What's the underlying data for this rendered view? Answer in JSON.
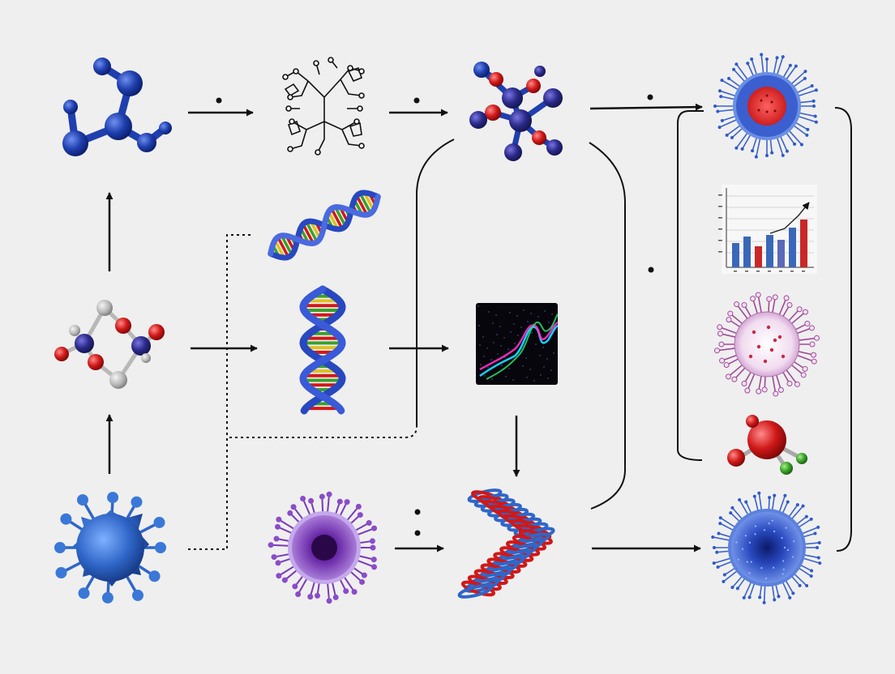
{
  "diagram": {
    "background": "#efefef",
    "colors": {
      "arrow": "#111111",
      "atom_blue": "#1f3fae",
      "atom_navy": "#2a2a8a",
      "atom_red": "#d01818",
      "atom_grey": "#b8b8b8",
      "atom_green": "#3aa02a",
      "virus_blue": "#2f66c8",
      "virus_purple": "#8a4cc8",
      "virus_pink": "#b04ca0",
      "bar_blue": "#3a68b8",
      "bar_red": "#c82828",
      "glow_cyan": "#18d0ff",
      "glow_magenta": "#ff30c8",
      "glow_green": "#28e070"
    },
    "nodes": [
      {
        "id": "blue-molecule",
        "icon": "molecule-icon"
      },
      {
        "id": "structure-network",
        "icon": "network-icon"
      },
      {
        "id": "red-blue-molecule",
        "icon": "molecule-icon"
      },
      {
        "id": "nanoparticle-red-core",
        "icon": "virus-icon"
      },
      {
        "id": "dna-helix-small",
        "icon": "dna-icon"
      },
      {
        "id": "bar-chart",
        "icon": "chart-icon"
      },
      {
        "id": "ring-molecule",
        "icon": "molecule-icon"
      },
      {
        "id": "dna-helix-vertical",
        "icon": "dna-icon"
      },
      {
        "id": "signal-plot",
        "icon": "signal-icon"
      },
      {
        "id": "virus-pink",
        "icon": "virus-icon"
      },
      {
        "id": "water-molecule",
        "icon": "molecule-icon"
      },
      {
        "id": "virus-blue",
        "icon": "virus-icon"
      },
      {
        "id": "virus-purple",
        "icon": "virus-icon"
      },
      {
        "id": "protein-ribbon",
        "icon": "protein-icon"
      },
      {
        "id": "nanoparticle-blue-core",
        "icon": "virus-icon"
      }
    ]
  }
}
